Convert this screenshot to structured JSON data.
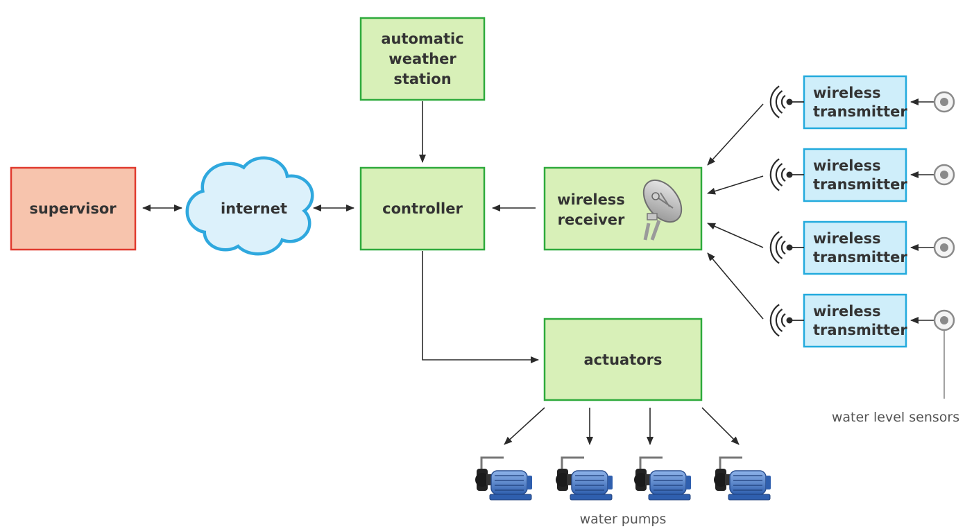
{
  "nodes": {
    "supervisor": "supervisor",
    "internet": "internet",
    "controller": "controller",
    "weather_station": [
      "automatic",
      "weather",
      "station"
    ],
    "wireless_receiver": [
      "wireless",
      "receiver"
    ],
    "actuators": "actuators",
    "transmitters": [
      [
        "wireless",
        "transmitter"
      ],
      [
        "wireless",
        "transmitter"
      ],
      [
        "wireless",
        "transmitter"
      ],
      [
        "wireless",
        "transmitter"
      ]
    ]
  },
  "captions": {
    "water_level_sensors": "water level sensors",
    "water_pumps": "water pumps"
  },
  "colors": {
    "green_fill": "#d8f0b8",
    "green_stroke": "#2eaa3c",
    "red_fill": "#f7c4ad",
    "red_stroke": "#e03a2e",
    "blue_fill": "#cfeefa",
    "blue_stroke": "#22aadd",
    "cloud_fill": "#dcf1fb",
    "cloud_stroke": "#2fa8de",
    "pump_blue": "#3f74c4"
  },
  "icons": [
    "satellite-dish-icon",
    "radio-waves-icon",
    "sensor-icon",
    "water-pump-icon"
  ]
}
